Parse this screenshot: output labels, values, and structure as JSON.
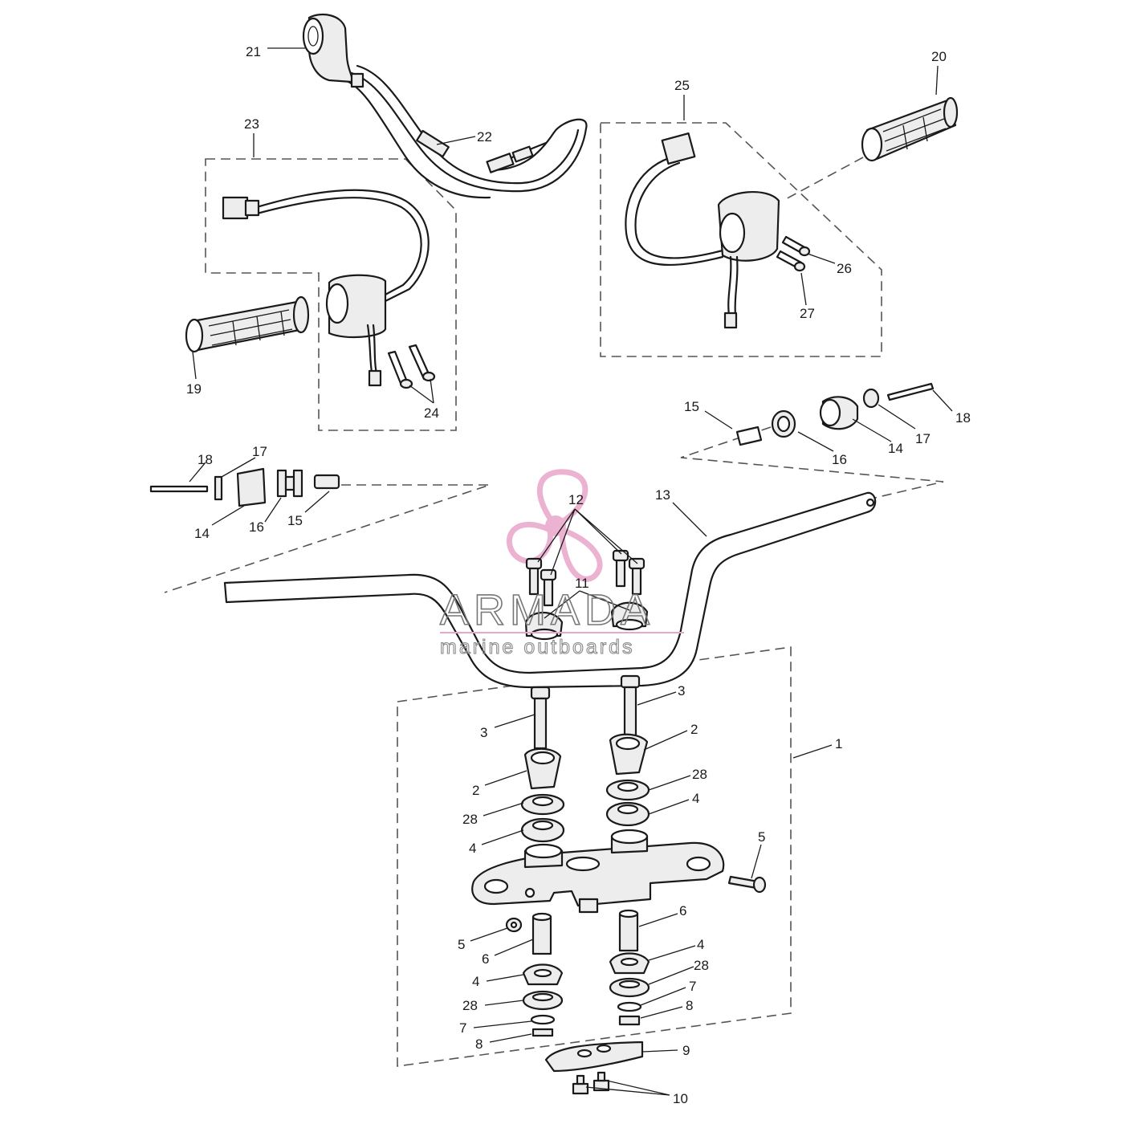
{
  "watermark": {
    "brand": "ARMADA",
    "tagline": "marine outboards",
    "logo_icon": "propeller-logo-icon",
    "logo_color": "#e8a6c9"
  },
  "callouts": [
    {
      "id": "c1",
      "text": "1"
    },
    {
      "id": "c2a",
      "text": "2"
    },
    {
      "id": "c2b",
      "text": "2"
    },
    {
      "id": "c3a",
      "text": "3"
    },
    {
      "id": "c3b",
      "text": "3"
    },
    {
      "id": "c4a",
      "text": "4"
    },
    {
      "id": "c4b",
      "text": "4"
    },
    {
      "id": "c4c",
      "text": "4"
    },
    {
      "id": "c4d",
      "text": "4"
    },
    {
      "id": "c5a",
      "text": "5"
    },
    {
      "id": "c5b",
      "text": "5"
    },
    {
      "id": "c6a",
      "text": "6"
    },
    {
      "id": "c6b",
      "text": "6"
    },
    {
      "id": "c7a",
      "text": "7"
    },
    {
      "id": "c7b",
      "text": "7"
    },
    {
      "id": "c8a",
      "text": "8"
    },
    {
      "id": "c8b",
      "text": "8"
    },
    {
      "id": "c9",
      "text": "9"
    },
    {
      "id": "c10",
      "text": "10"
    },
    {
      "id": "c11",
      "text": "11"
    },
    {
      "id": "c12",
      "text": "12"
    },
    {
      "id": "c13",
      "text": "13"
    },
    {
      "id": "c14a",
      "text": "14"
    },
    {
      "id": "c14b",
      "text": "14"
    },
    {
      "id": "c15a",
      "text": "15"
    },
    {
      "id": "c15b",
      "text": "15"
    },
    {
      "id": "c16a",
      "text": "16"
    },
    {
      "id": "c16b",
      "text": "16"
    },
    {
      "id": "c17a",
      "text": "17"
    },
    {
      "id": "c17b",
      "text": "17"
    },
    {
      "id": "c18a",
      "text": "18"
    },
    {
      "id": "c18b",
      "text": "18"
    },
    {
      "id": "c19",
      "text": "19"
    },
    {
      "id": "c20",
      "text": "20"
    },
    {
      "id": "c21",
      "text": "21"
    },
    {
      "id": "c22",
      "text": "22"
    },
    {
      "id": "c23",
      "text": "23"
    },
    {
      "id": "c24",
      "text": "24"
    },
    {
      "id": "c25",
      "text": "25"
    },
    {
      "id": "c26",
      "text": "26"
    },
    {
      "id": "c27",
      "text": "27"
    },
    {
      "id": "c28a",
      "text": "28"
    },
    {
      "id": "c28b",
      "text": "28"
    },
    {
      "id": "c28c",
      "text": "28"
    },
    {
      "id": "c28d",
      "text": "28"
    }
  ]
}
